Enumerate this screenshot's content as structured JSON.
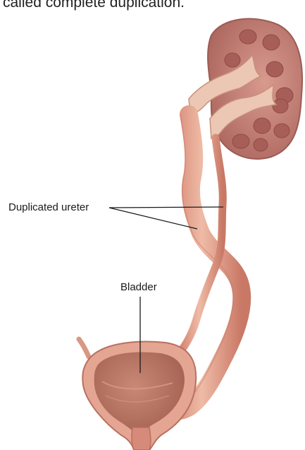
{
  "caption": {
    "text": "called complete duplication."
  },
  "labels": {
    "duplicated_ureter": "Duplicated ureter",
    "bladder": "Bladder"
  },
  "colors": {
    "kidney_outer": "#c07a72",
    "kidney_inner": "#e7c6b4",
    "ureter": "#e5a58f",
    "bladder_wall": "#d98f7e",
    "bladder_lumen": "#b77462",
    "leader_line": "#1a1a1a"
  }
}
